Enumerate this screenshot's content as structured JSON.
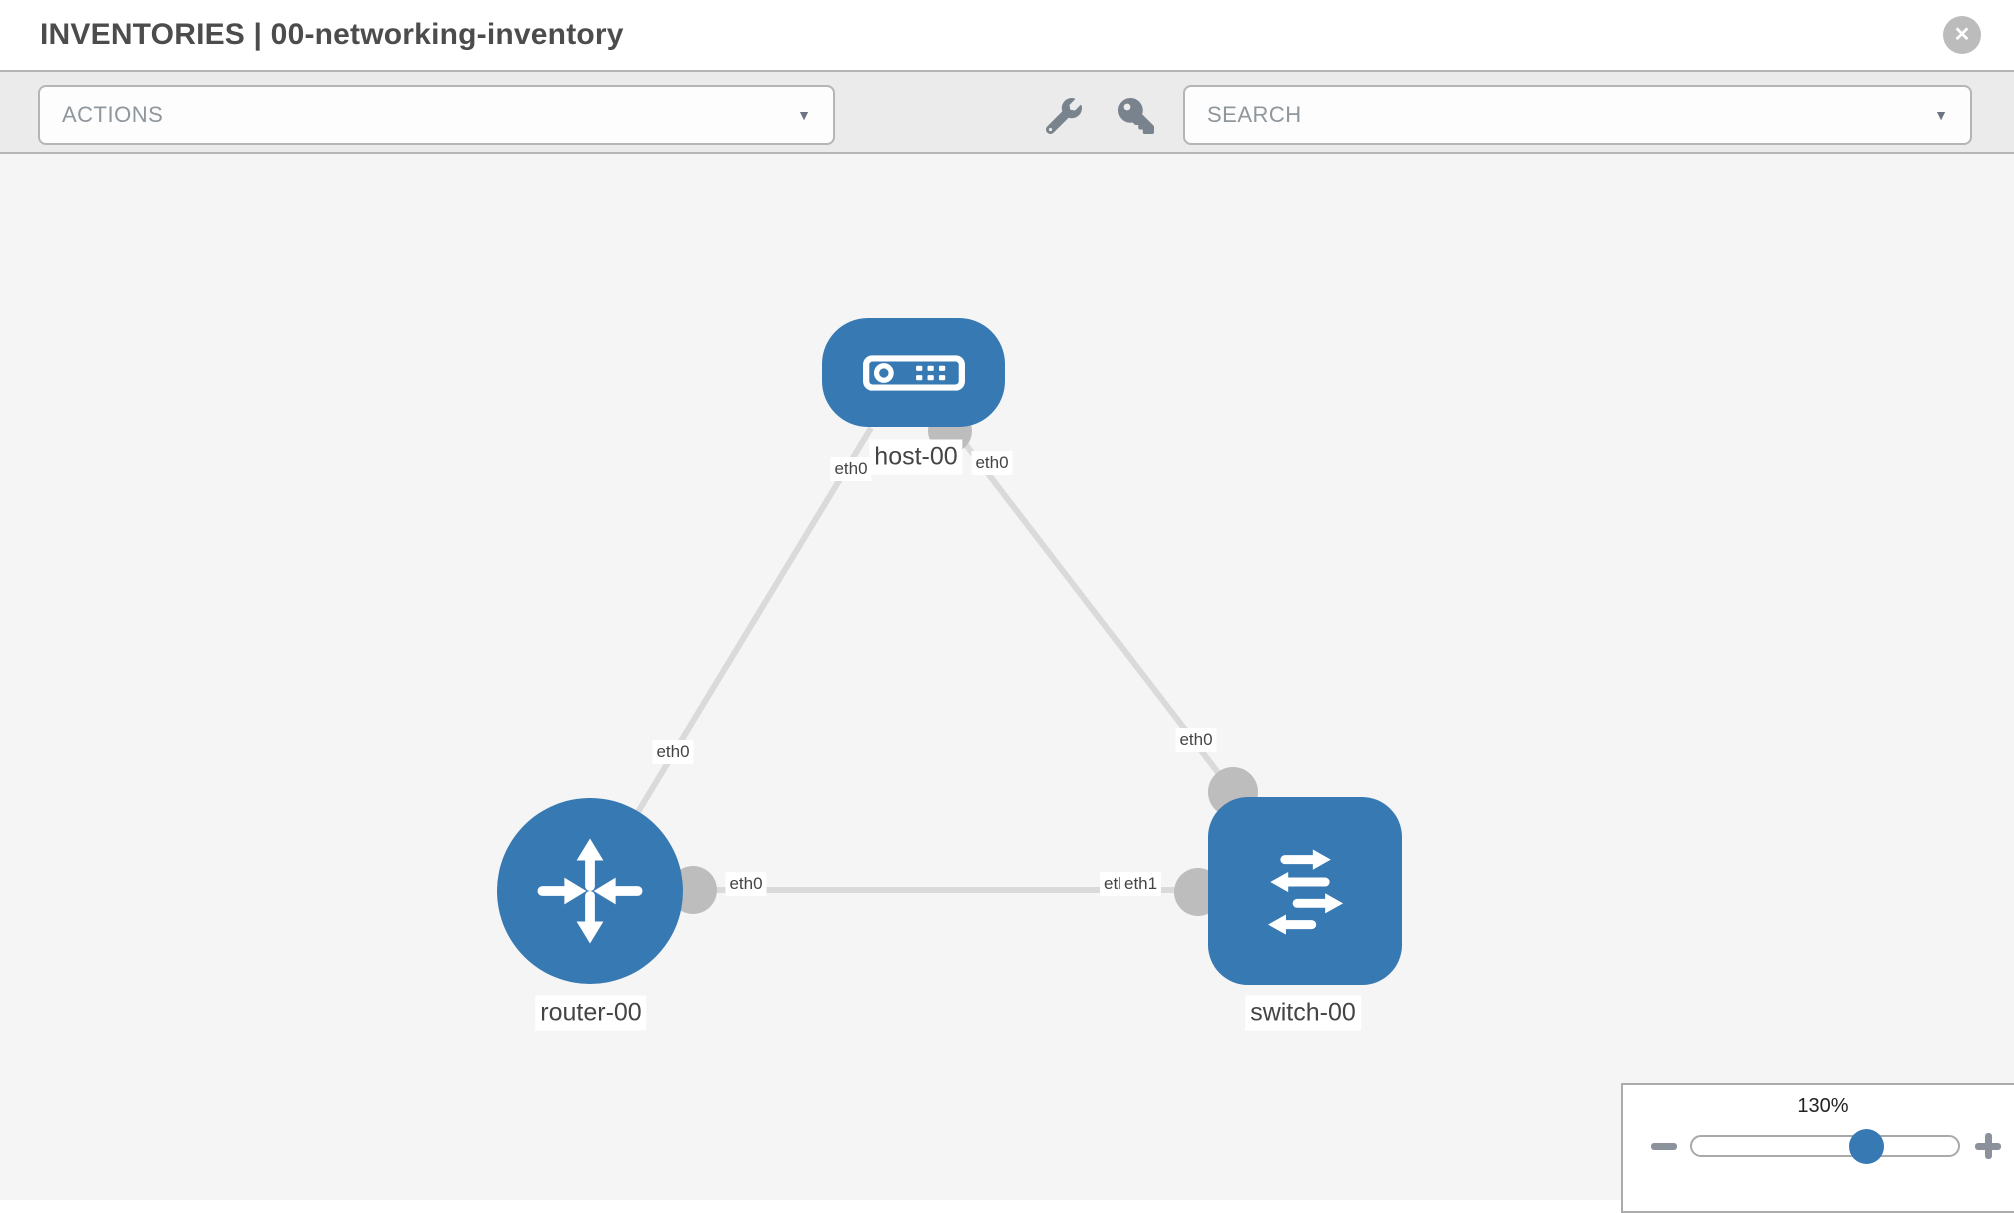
{
  "header": {
    "title": "INVENTORIES | 00-networking-inventory",
    "close_icon": "✕"
  },
  "toolbar": {
    "actions_label": "ACTIONS",
    "search_label": "SEARCH",
    "caret_icon": "▼",
    "wrench_icon": "wrench",
    "key_icon": "key"
  },
  "topology": {
    "nodes": {
      "host": {
        "label": "host-00",
        "type": "host",
        "icon": "host-device-icon"
      },
      "router": {
        "label": "router-00",
        "type": "router",
        "icon": "router-arrows-icon"
      },
      "switch": {
        "label": "switch-00",
        "type": "switch",
        "icon": "switch-arrows-icon"
      }
    },
    "links": [
      {
        "from": "host-00",
        "to": "router-00",
        "iface_at_host": "eth0",
        "iface_at_router": "eth0"
      },
      {
        "from": "host-00",
        "to": "switch-00",
        "iface_at_host": "eth0",
        "iface_at_switch": "eth0"
      },
      {
        "from": "router-00",
        "to": "switch-00",
        "iface_at_router": "eth0",
        "iface_at_switch_back": "eth0",
        "iface_at_switch_front": "eth1"
      }
    ],
    "ifaces": {
      "host_router_at_host": "eth0",
      "host_router_at_router": "eth0",
      "host_switch_at_host": "eth0",
      "host_switch_at_switch": "eth0",
      "router_switch_at_router": "eth0",
      "router_switch_at_switch_back": "eth0",
      "router_switch_at_switch_front": "eth1"
    }
  },
  "zoom": {
    "value": "130%",
    "level_percent": 65,
    "minus_icon": "minus",
    "plus_icon": "plus"
  },
  "colors": {
    "node_blue": "#3779b3",
    "link_gray": "#dadada",
    "connector_gray": "#bdbdbd",
    "toolbar_bg": "#ebebeb",
    "canvas_bg": "#f5f5f5",
    "border_gray": "#b5b5b5"
  }
}
